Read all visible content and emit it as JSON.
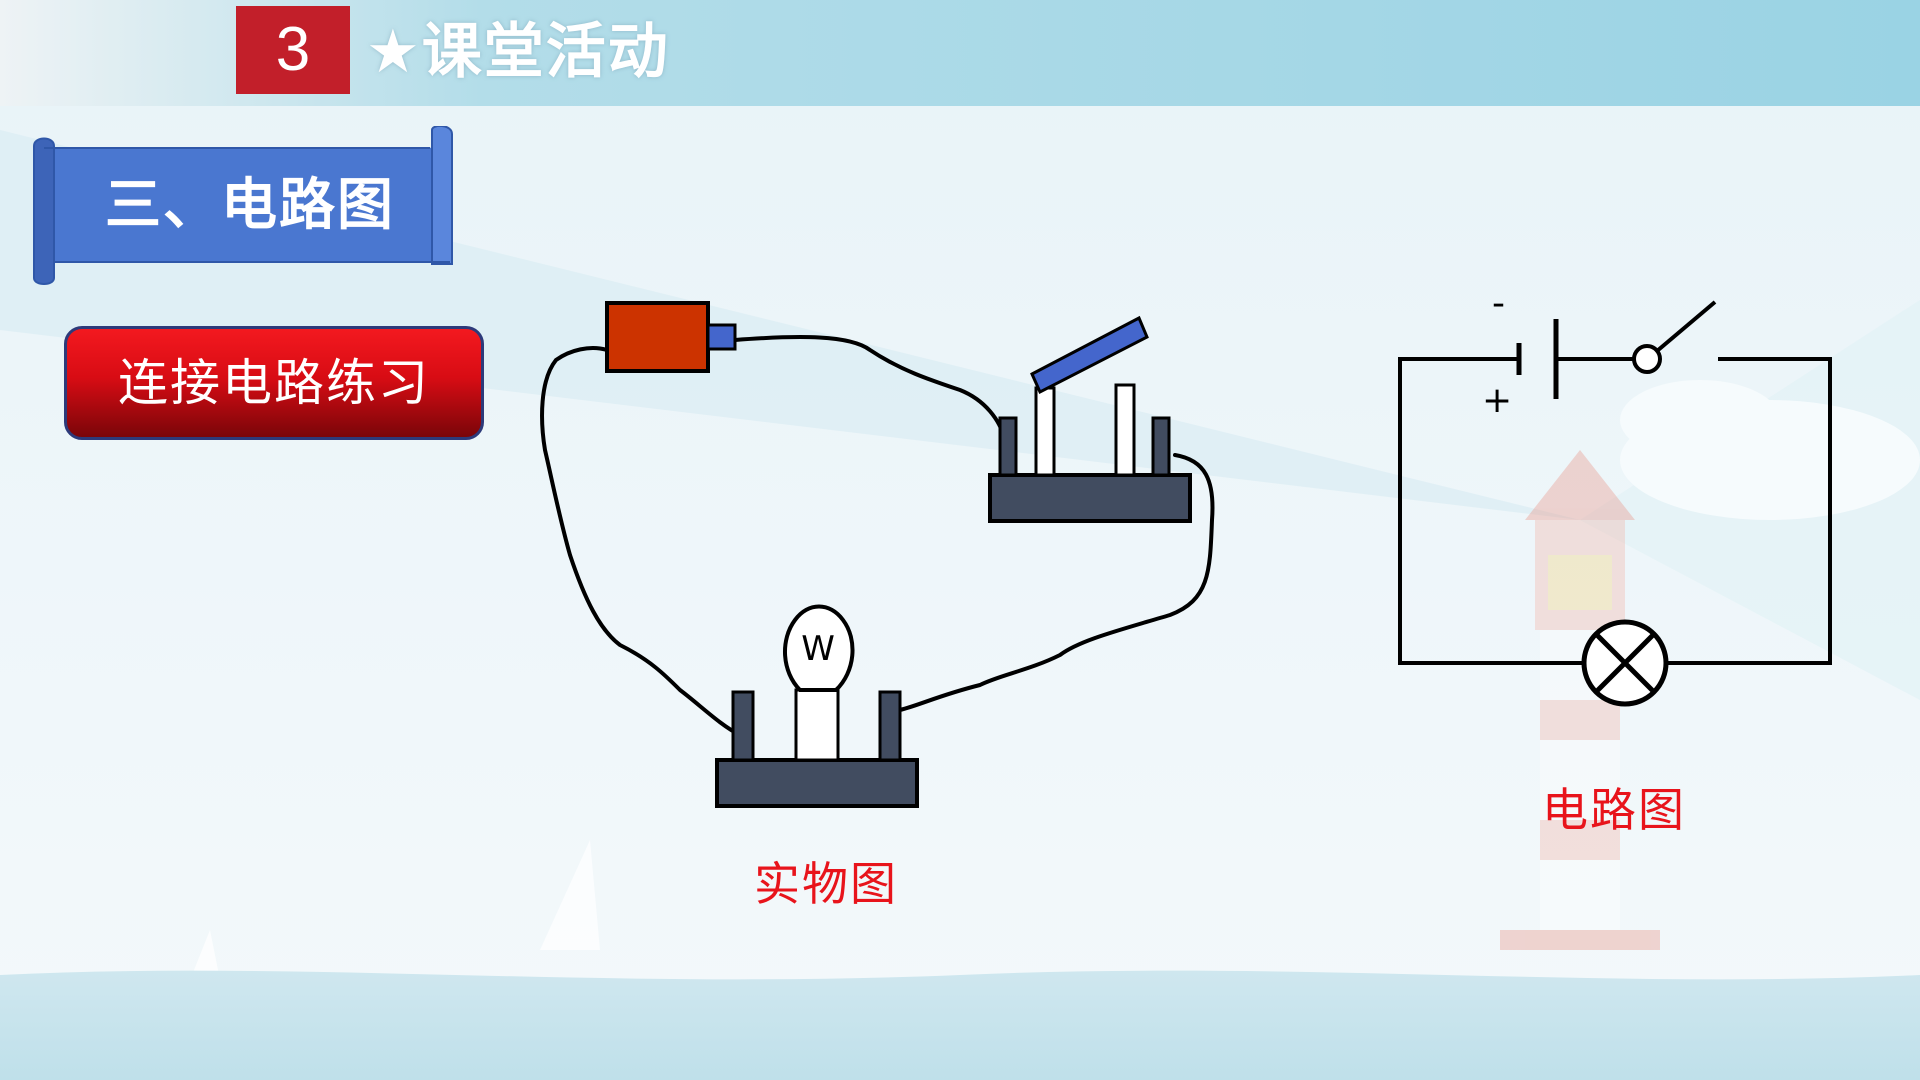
{
  "header": {
    "section_number": "3",
    "section_title": "★课堂活动"
  },
  "banner": {
    "title": "三、电路图"
  },
  "practice_button": {
    "label": "连接电路练习"
  },
  "physical_diagram": {
    "caption": "实物图",
    "bulb_letter": "W"
  },
  "circuit_diagram": {
    "caption": "电路图",
    "battery_negative": "-",
    "battery_positive": "+"
  },
  "colors": {
    "header_number_bg": "#c21f2a",
    "banner_blue": "#4a77d0",
    "button_red": "#d80c14",
    "caption_red": "#e8141b",
    "battery_red": "#cc3300",
    "switch_blade": "#4466cc",
    "base_slate": "#414c60"
  }
}
